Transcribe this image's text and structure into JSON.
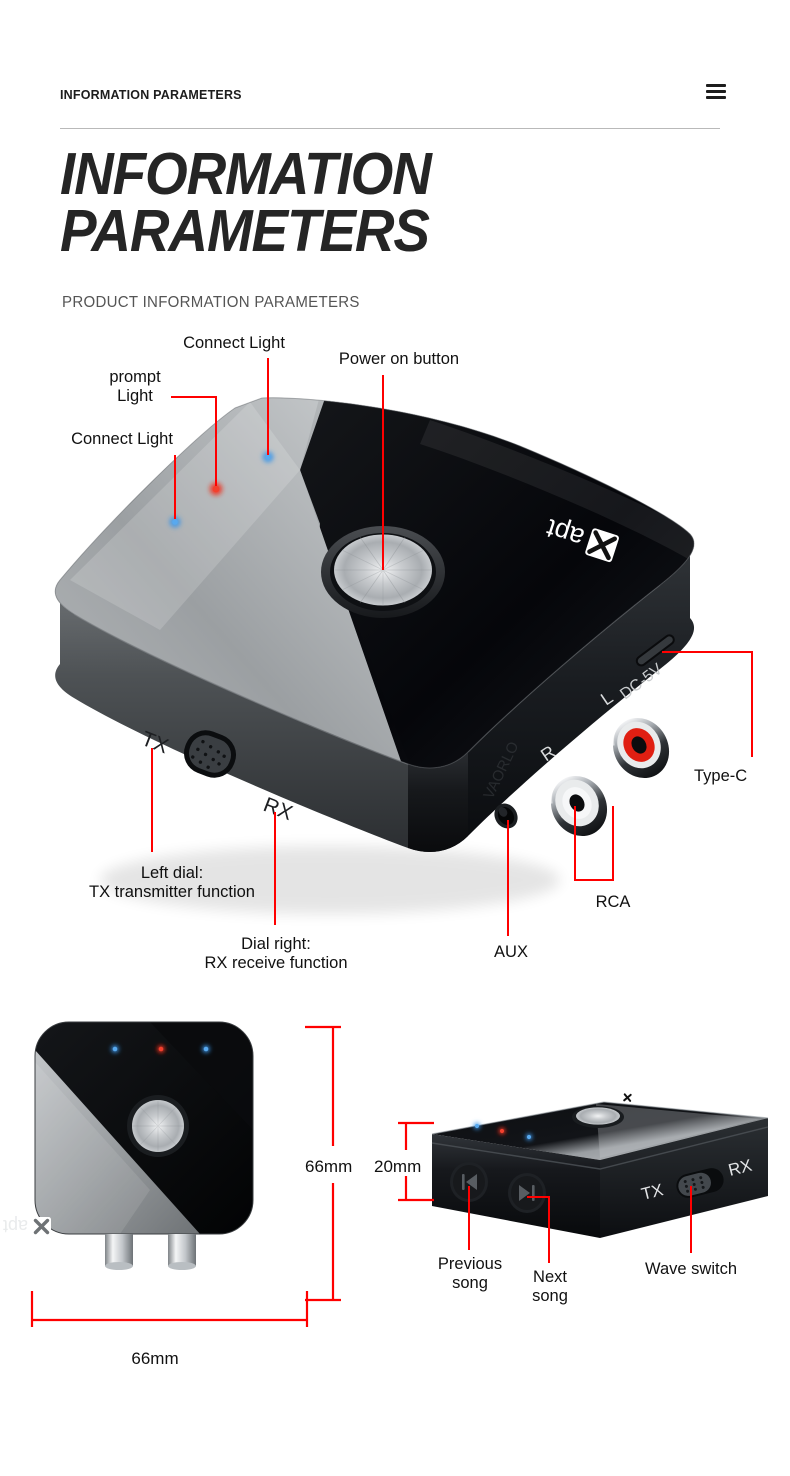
{
  "header": {
    "title": "INFORMATION PARAMETERS",
    "menu_icon": "hamburger-menu-icon"
  },
  "hero": {
    "title_line1": "INFORMATION",
    "title_line2": "PARAMETERS",
    "subtitle": "PRODUCT INFORMATION PARAMETERS"
  },
  "colors": {
    "leader_line": "#ff0000",
    "led_blue": "#2f8fe6",
    "led_red": "#ef2211",
    "rca_red": "#e01f12",
    "text": "#111111",
    "divider": "#b9b9b9"
  },
  "main_diagram": {
    "callouts": [
      {
        "name": "connect-light-left",
        "label": "Connect Light"
      },
      {
        "name": "prompt-light",
        "label_line1": "prompt",
        "label_line2": "Light"
      },
      {
        "name": "connect-light-top",
        "label": "Connect Light"
      },
      {
        "name": "power-on-button",
        "label": "Power on button"
      },
      {
        "name": "type-c",
        "label": "Type-C"
      },
      {
        "name": "rca",
        "label": "RCA"
      },
      {
        "name": "aux",
        "label": "AUX"
      },
      {
        "name": "left-dial",
        "label_line1": "Left dial:",
        "label_line2": "TX transmitter function"
      },
      {
        "name": "right-dial",
        "label_line1": "Dial right:",
        "label_line2": "RX receive function"
      }
    ],
    "device_markings": {
      "brand_logo": "aptX",
      "switch_left": "TX",
      "switch_right": "RX",
      "power_port": "DC-5V",
      "rca_left": "L",
      "rca_right": "R",
      "watermark": "VAORLO"
    },
    "leds": [
      {
        "name": "led-connect-left",
        "color": "#2f8fe6"
      },
      {
        "name": "led-prompt",
        "color": "#ef2211"
      },
      {
        "name": "led-connect-top",
        "color": "#2f8fe6"
      }
    ]
  },
  "dimension_views": {
    "top_view": {
      "width_label": "66mm",
      "height_label": "66mm",
      "brand_logo": "aptX",
      "leds": [
        "#2f8fe6",
        "#ef2211",
        "#2f8fe6"
      ]
    },
    "side_view": {
      "height_label": "20mm",
      "callouts": [
        {
          "name": "previous-song",
          "label_line1": "Previous",
          "label_line2": "song"
        },
        {
          "name": "next-song",
          "label_line1": "Next",
          "label_line2": "song"
        },
        {
          "name": "wave-switch",
          "label": "Wave switch"
        }
      ],
      "switch_left": "TX",
      "switch_right": "RX"
    }
  }
}
